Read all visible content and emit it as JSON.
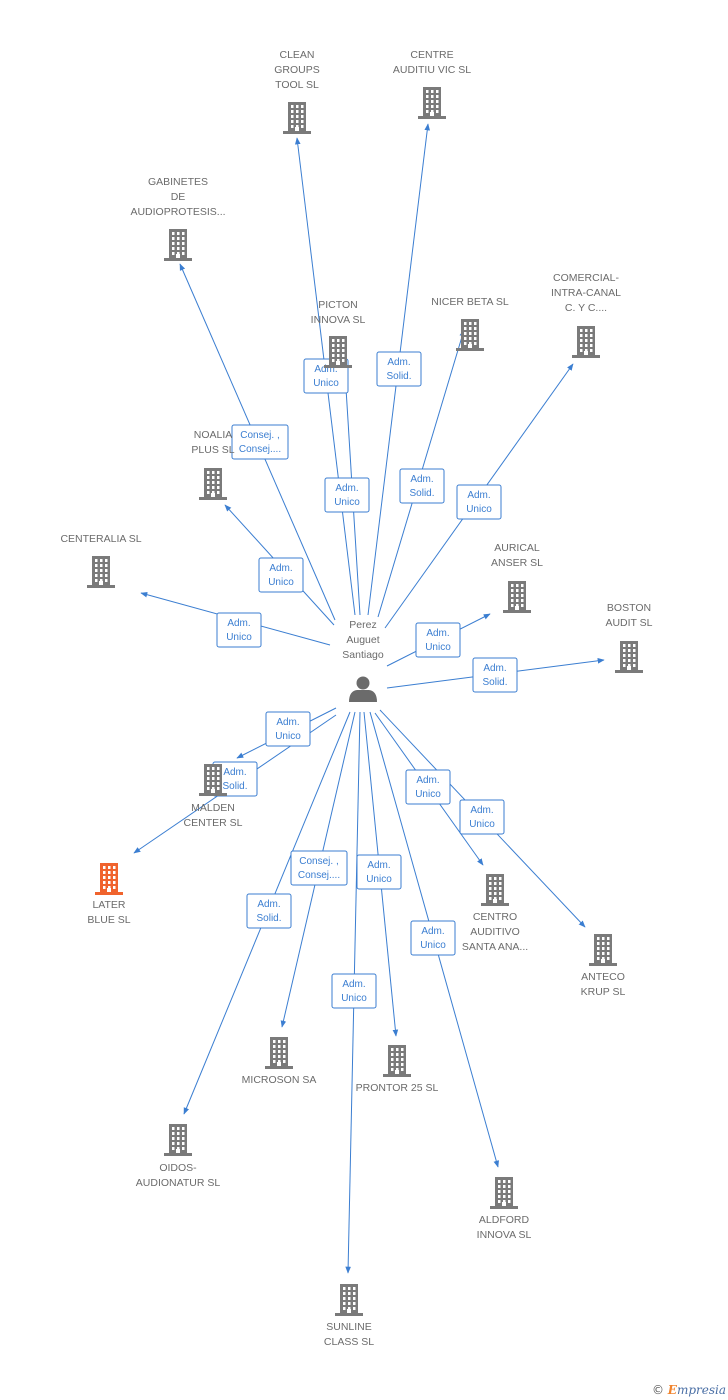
{
  "colors": {
    "edge": "#3b7ed1",
    "company_icon": "#7a7a7a",
    "highlight_icon": "#f0632d",
    "person_icon": "#6b6b6b",
    "label": "#6b6b6b"
  },
  "center": {
    "name_lines": [
      "Perez",
      "Auguet",
      "Santiago"
    ],
    "icon": "person-icon"
  },
  "companies": [
    {
      "id": "clean",
      "lines": [
        "CLEAN",
        "GROUPS",
        "TOOL SL"
      ],
      "highlight": false,
      "label_above": true
    },
    {
      "id": "centre-auditiu",
      "lines": [
        "CENTRE",
        "AUDITIU VIC SL"
      ],
      "highlight": false,
      "label_above": true
    },
    {
      "id": "gabinetes",
      "lines": [
        "GABINETES",
        "DE",
        "AUDIOPROTESIS..."
      ],
      "highlight": false,
      "label_above": true
    },
    {
      "id": "picton",
      "lines": [
        "PICTON",
        "INNOVA SL"
      ],
      "highlight": false,
      "label_above": true
    },
    {
      "id": "nicer",
      "lines": [
        "NICER BETA SL"
      ],
      "highlight": false,
      "label_above": true
    },
    {
      "id": "comercial",
      "lines": [
        "COMERCIAL-",
        "INTRA-CANAL",
        "C.  Y C...."
      ],
      "highlight": false,
      "label_above": true
    },
    {
      "id": "noalia",
      "lines": [
        "NOALIA",
        "PLUS SL"
      ],
      "highlight": false,
      "label_above": true
    },
    {
      "id": "centeralia",
      "lines": [
        "CENTERALIA SL"
      ],
      "highlight": false,
      "label_above": true
    },
    {
      "id": "aurical",
      "lines": [
        "AURICAL",
        "ANSER SL"
      ],
      "highlight": false,
      "label_above": true
    },
    {
      "id": "boston",
      "lines": [
        "BOSTON",
        "AUDIT SL"
      ],
      "highlight": false,
      "label_above": true
    },
    {
      "id": "malden",
      "lines": [
        "MALDEN",
        "CENTER SL"
      ],
      "highlight": false,
      "label_above": false
    },
    {
      "id": "later",
      "lines": [
        "LATER",
        "BLUE SL"
      ],
      "highlight": true,
      "label_above": false
    },
    {
      "id": "centro-auditivo",
      "lines": [
        "CENTRO",
        "AUDITIVO",
        "SANTA ANA..."
      ],
      "highlight": false,
      "label_above": false
    },
    {
      "id": "anteco",
      "lines": [
        "ANTECO",
        "KRUP SL"
      ],
      "highlight": false,
      "label_above": false
    },
    {
      "id": "microson",
      "lines": [
        "MICROSON SA"
      ],
      "highlight": false,
      "label_above": false
    },
    {
      "id": "prontor",
      "lines": [
        "PRONTOR 25 SL"
      ],
      "highlight": false,
      "label_above": false
    },
    {
      "id": "oidos",
      "lines": [
        "OIDOS-",
        "AUDIONATUR SL"
      ],
      "highlight": false,
      "label_above": false
    },
    {
      "id": "alford",
      "lines": [
        "ALDFORD",
        "INNOVA SL"
      ],
      "highlight": false,
      "label_above": false
    },
    {
      "id": "sunline",
      "lines": [
        "SUNLINE",
        "CLASS  SL"
      ],
      "highlight": false,
      "label_above": false
    }
  ],
  "relations": [
    {
      "target": "clean",
      "label": [
        "Adm.",
        "Unico"
      ]
    },
    {
      "target": "centre-auditiu",
      "label": [
        "Adm.",
        "Solid."
      ]
    },
    {
      "target": "gabinetes",
      "label": [
        "Consej. ,",
        "Consej...."
      ]
    },
    {
      "target": "picton",
      "label": [
        "Adm.",
        "Unico"
      ]
    },
    {
      "target": "nicer",
      "label": [
        "Adm.",
        "Solid."
      ]
    },
    {
      "target": "comercial",
      "label": [
        "Adm.",
        "Unico"
      ]
    },
    {
      "target": "noalia",
      "label": [
        "Adm.",
        "Unico"
      ]
    },
    {
      "target": "centeralia",
      "label": [
        "Adm.",
        "Unico"
      ]
    },
    {
      "target": "aurical",
      "label": [
        "Adm.",
        "Unico"
      ]
    },
    {
      "target": "boston",
      "label": [
        "Adm.",
        "Solid."
      ]
    },
    {
      "target": "malden",
      "label": [
        "Adm.",
        "Unico"
      ]
    },
    {
      "target": "later",
      "label": [
        "Adm.",
        "Solid."
      ]
    },
    {
      "target": "centro-auditivo",
      "label": [
        "Adm.",
        "Unico"
      ]
    },
    {
      "target": "anteco",
      "label": [
        "Adm.",
        "Unico"
      ]
    },
    {
      "target": "microson",
      "label": [
        "Consej. ,",
        "Consej...."
      ]
    },
    {
      "target": "prontor",
      "label": [
        "Adm.",
        "Unico"
      ]
    },
    {
      "target": "oidos",
      "label": [
        "Adm.",
        "Solid."
      ]
    },
    {
      "target": "alford",
      "label": [
        "Adm.",
        "Unico"
      ]
    },
    {
      "target": "sunline",
      "label": [
        "Adm.",
        "Unico"
      ]
    }
  ],
  "watermark": {
    "copyright": "©",
    "brand_initial": "E",
    "brand_rest": "mpresia"
  }
}
